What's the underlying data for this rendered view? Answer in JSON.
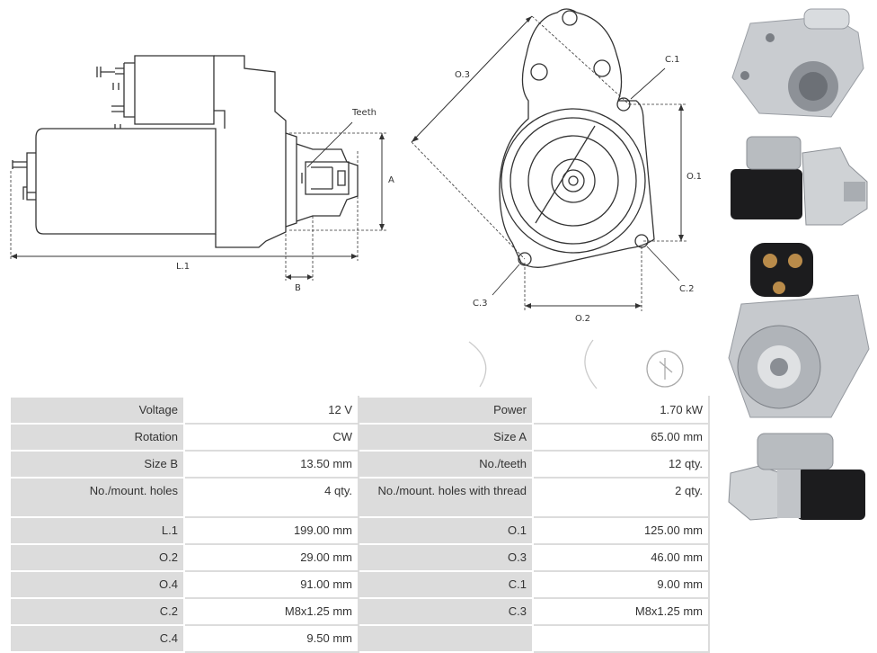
{
  "drawing": {
    "labels": {
      "teeth": "Teeth",
      "a": "A",
      "l1": "L.1",
      "b": "B",
      "o3": "O.3",
      "c1": "C.1",
      "o1": "O.1",
      "c2": "C.2",
      "c3": "C.3",
      "o2": "O.2"
    }
  },
  "specs": [
    [
      {
        "k": "Voltage",
        "v": "12 V"
      },
      {
        "k": "Power",
        "v": "1.70 kW"
      }
    ],
    [
      {
        "k": "Rotation",
        "v": "CW"
      },
      {
        "k": "Size A",
        "v": "65.00 mm"
      }
    ],
    [
      {
        "k": "Size B",
        "v": "13.50 mm"
      },
      {
        "k": "No./teeth",
        "v": "12 qty."
      }
    ],
    [
      {
        "k": "No./mount. holes",
        "v": "4 qty."
      },
      {
        "k": "No./mount. holes with thread",
        "v": "2 qty."
      }
    ],
    [
      {
        "k": "L.1",
        "v": "199.00 mm"
      },
      {
        "k": "O.1",
        "v": "125.00 mm"
      }
    ],
    [
      {
        "k": "O.2",
        "v": "29.00 mm"
      },
      {
        "k": "O.3",
        "v": "46.00 mm"
      }
    ],
    [
      {
        "k": "O.4",
        "v": "91.00 mm"
      },
      {
        "k": "C.1",
        "v": "9.00 mm"
      }
    ],
    [
      {
        "k": "C.2",
        "v": "M8x1.25 mm"
      },
      {
        "k": "C.3",
        "v": "M8x1.25 mm"
      }
    ],
    [
      {
        "k": "C.4",
        "v": "9.50 mm"
      },
      {
        "k": "",
        "v": ""
      }
    ]
  ],
  "colors": {
    "header_cell": "#dcdcdc",
    "line": "#333333"
  }
}
